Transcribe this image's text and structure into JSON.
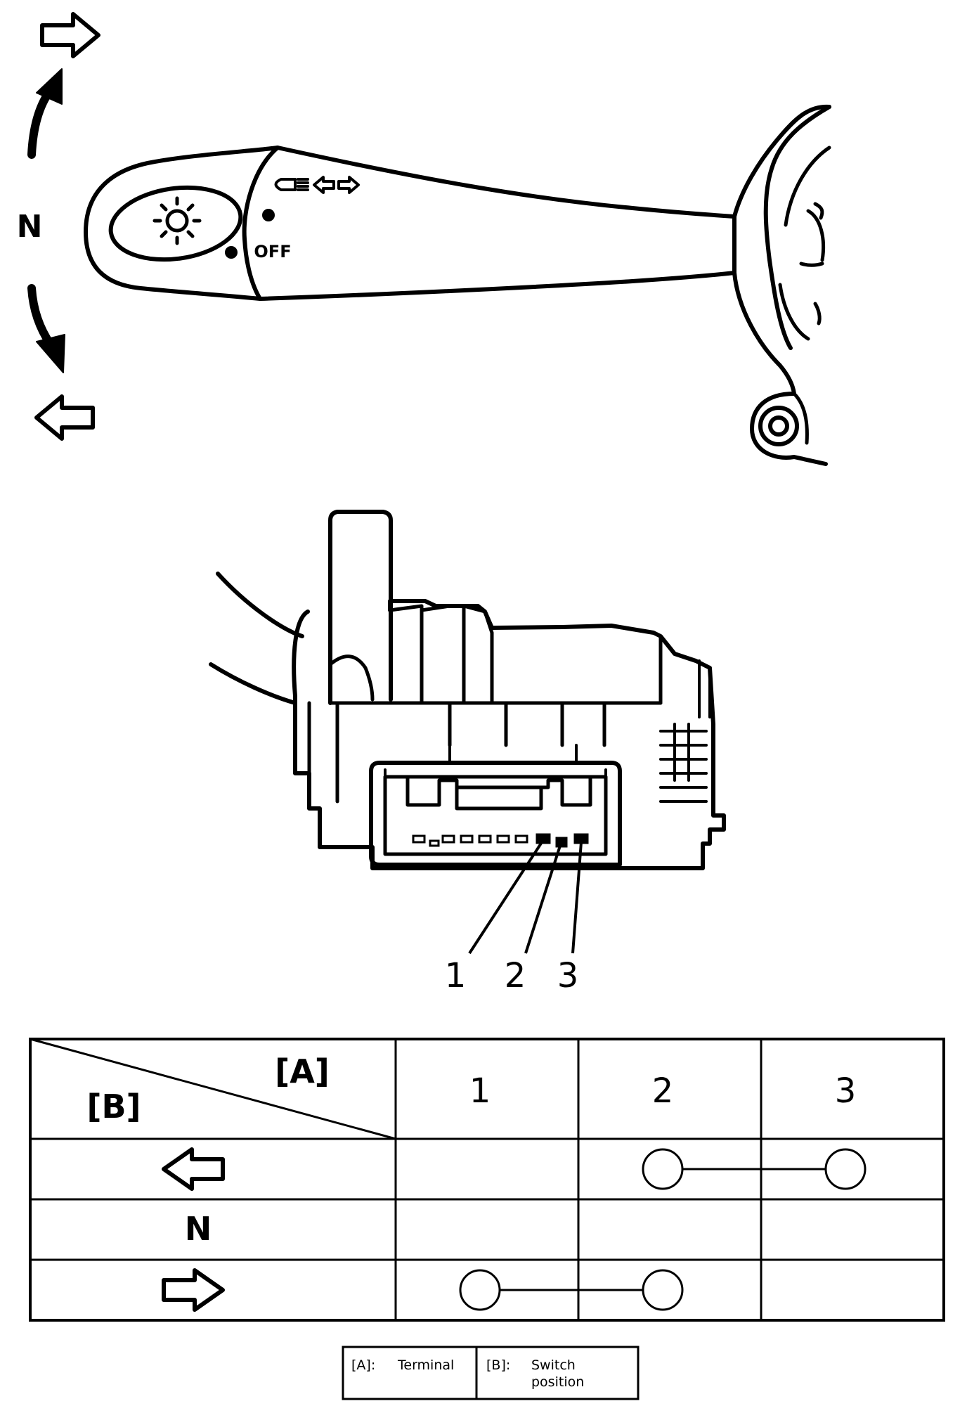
{
  "lever": {
    "center_label": "N",
    "off_label": "OFF",
    "up_arrow_icon": "right-arrow-icon",
    "down_arrow_icon": "left-arrow-icon",
    "knob_icon": "light-icon",
    "band_icon": "headlamp-flash-turn-icon"
  },
  "connector": {
    "terminal_labels": [
      "1",
      "2",
      "3"
    ]
  },
  "table": {
    "header_a": "[A]",
    "header_b": "[B]",
    "columns": [
      "1",
      "2",
      "3"
    ],
    "rows": [
      {
        "position": "left-arrow",
        "position_text": "",
        "connected_terminals": [
          2,
          3
        ]
      },
      {
        "position": "neutral",
        "position_text": "N",
        "connected_terminals": []
      },
      {
        "position": "right-arrow",
        "position_text": "",
        "connected_terminals": [
          1,
          2
        ]
      }
    ]
  },
  "legend": {
    "a_key": "[A]:",
    "a_value": "Terminal",
    "b_key": "[B]:",
    "b_value_line1": "Switch",
    "b_value_line2": "position"
  }
}
